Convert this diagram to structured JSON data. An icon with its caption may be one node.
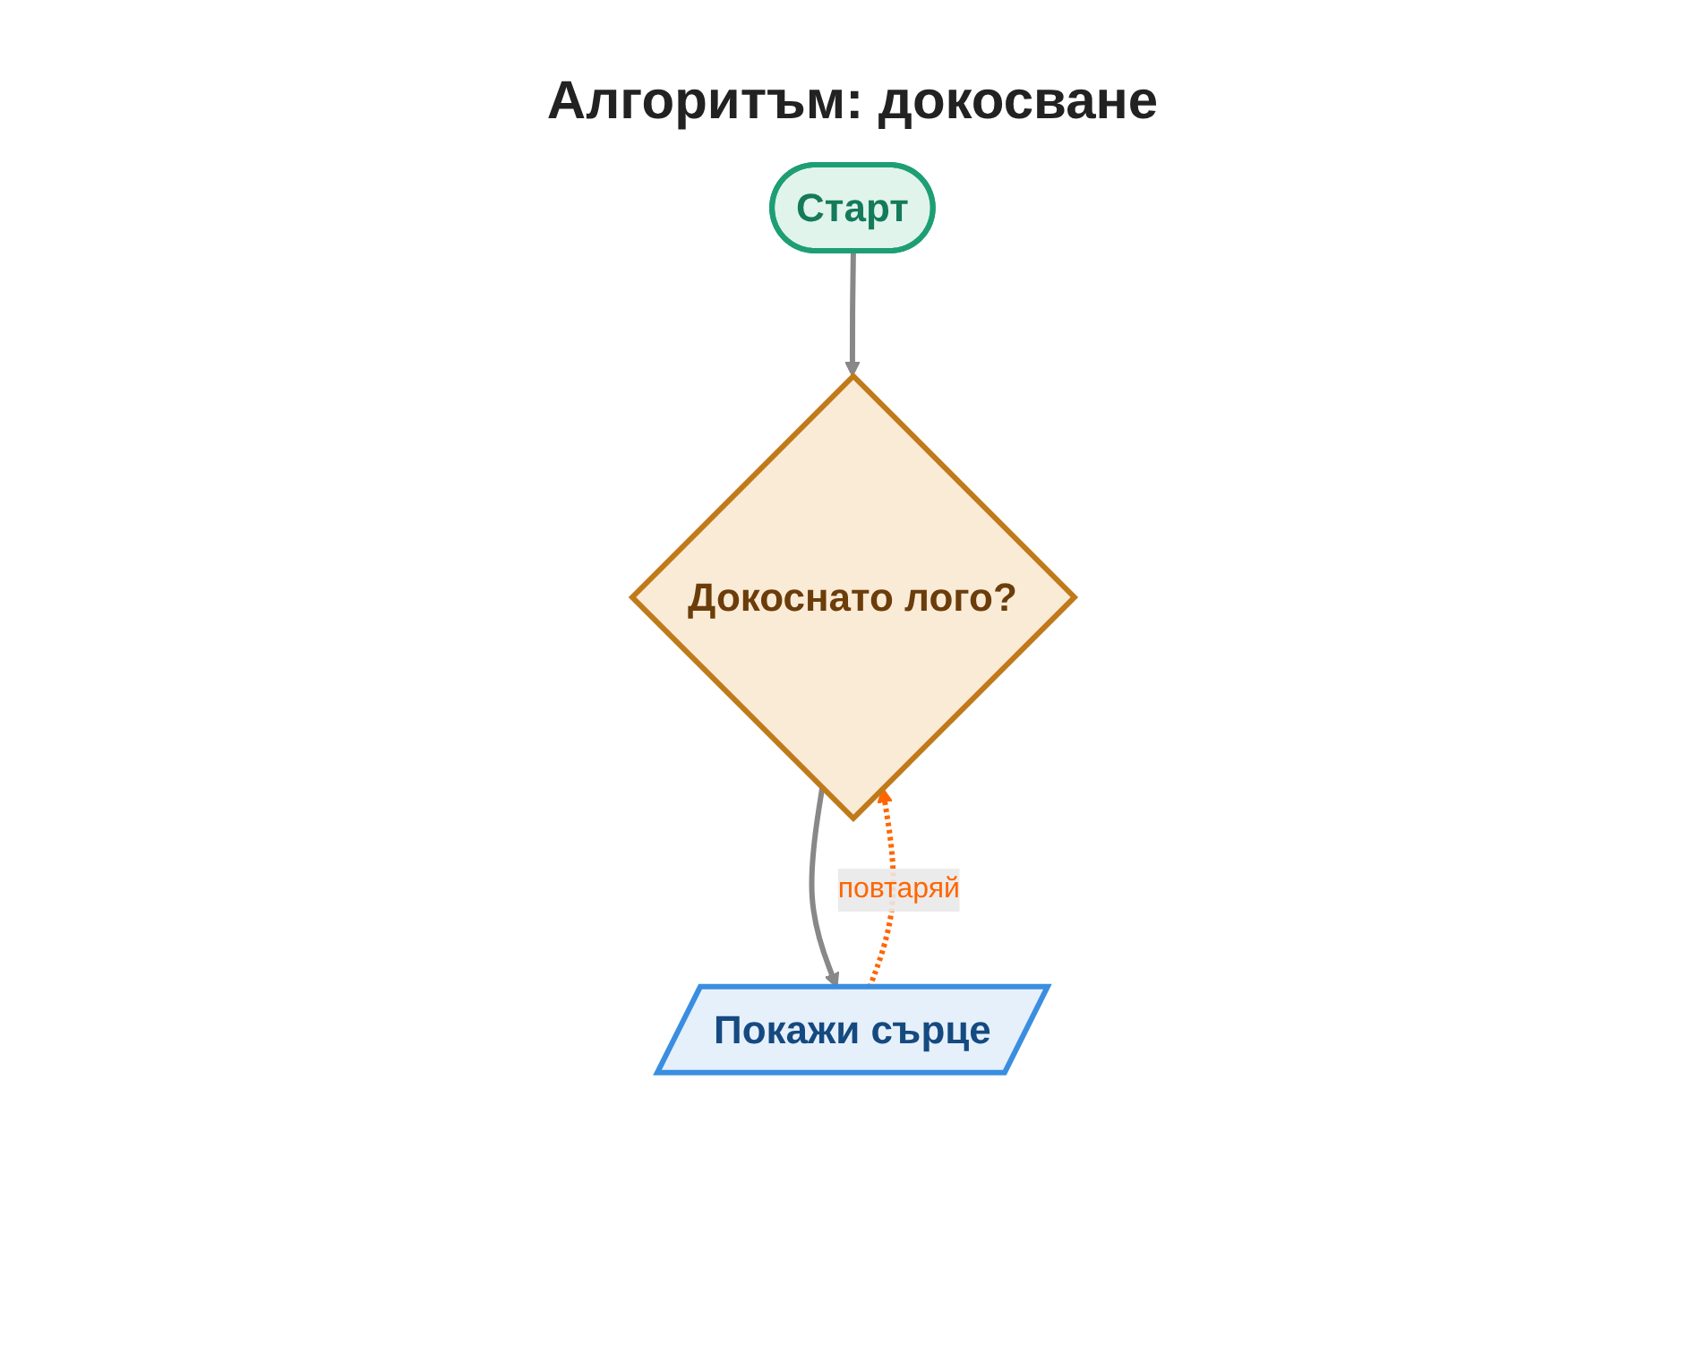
{
  "diagram": {
    "title": "Алгоритъм: докосване",
    "nodes": [
      {
        "text": [
          "Старт"
        ]
      },
      {
        "text": [
          "Докоснато лого?"
        ]
      },
      {
        "text": [
          "Покажи сърце"
        ]
      }
    ],
    "edges": [
      {
        "from": 0,
        "to": 1,
        "arrow": "to"
      },
      {
        "from": 1,
        "to": 2,
        "arrow": "to"
      },
      {
        "from": 2,
        "to": 1,
        "arrow": "to",
        "label": "повтаряй",
        "style": "dashed",
        "color": "#ff6600"
      }
    ]
  }
}
